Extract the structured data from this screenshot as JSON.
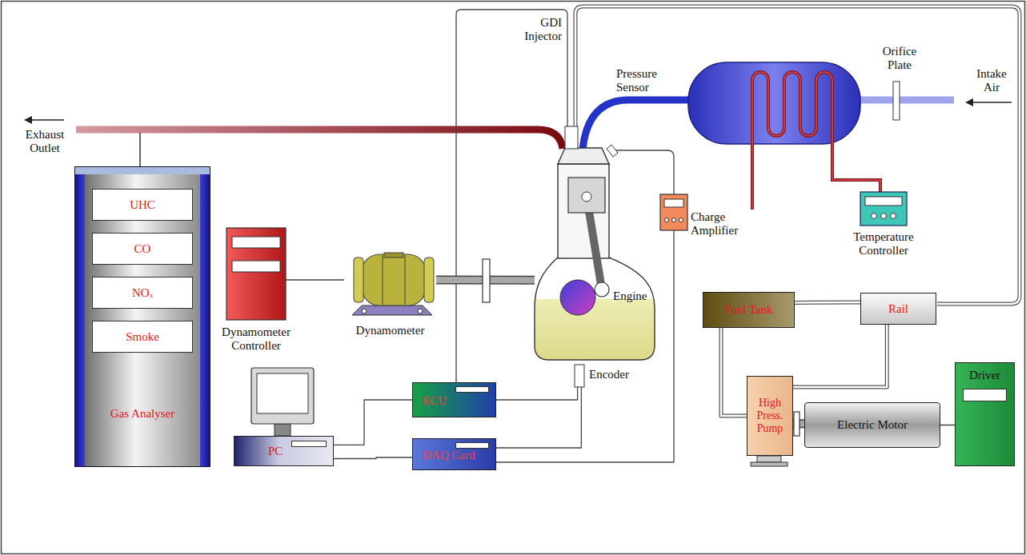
{
  "diagram": {
    "nodes": [
      {
        "text": [
          "Gas Analyser"
        ]
      },
      {
        "text": [
          "UHC"
        ],
        "in": 0
      },
      {
        "text": [
          "CO"
        ],
        "in": 0
      },
      {
        "text": [
          "NOₓ"
        ],
        "in": 0
      },
      {
        "text": [
          "Smoke"
        ],
        "in": 0
      },
      {
        "text": [
          "Dynamometer Controller"
        ]
      },
      {
        "text": [
          "Dynamometer"
        ]
      },
      {
        "text": [
          "Engine"
        ]
      },
      {
        "text": [
          "Encoder"
        ]
      },
      {
        "text": [
          "ECU"
        ]
      },
      {
        "text": [
          "PC"
        ]
      },
      {
        "text": [
          "DAQ Card"
        ]
      },
      {
        "text": [
          "Charge Amplifier"
        ]
      },
      {
        "text": [
          "Temperature Controller"
        ]
      },
      {
        "text": [
          "Fuel Tank"
        ]
      },
      {
        "text": [
          "Rail"
        ]
      },
      {
        "text": [
          "High Press. Pump"
        ]
      },
      {
        "text": [
          "Electric Motor"
        ]
      },
      {
        "text": [
          "Driver"
        ]
      }
    ],
    "edges": [
      {
        "from": 5,
        "to": 6,
        "arrow": "none"
      },
      {
        "from": 6,
        "to": 7,
        "arrow": "none"
      },
      {
        "from": 8,
        "to": 9,
        "arrow": "none"
      },
      {
        "from": 8,
        "to": 11,
        "arrow": "none"
      },
      {
        "from": 10,
        "to": 9,
        "arrow": "none"
      },
      {
        "from": 10,
        "to": 11,
        "arrow": "none"
      },
      {
        "from": 12,
        "to": 11,
        "arrow": "none"
      },
      {
        "from": 14,
        "to": 15,
        "arrow": "none"
      },
      {
        "from": 14,
        "to": 16,
        "arrow": "none"
      },
      {
        "from": 15,
        "to": 16,
        "arrow": "none"
      },
      {
        "from": 16,
        "to": 17,
        "arrow": "none"
      },
      {
        "from": 17,
        "to": 18,
        "arrow": "none"
      }
    ],
    "labels": [
      "Exhaust Outlet",
      "GDI Injector",
      "Pressure Sensor",
      "Orifice Plate",
      "Intake Air"
    ]
  }
}
